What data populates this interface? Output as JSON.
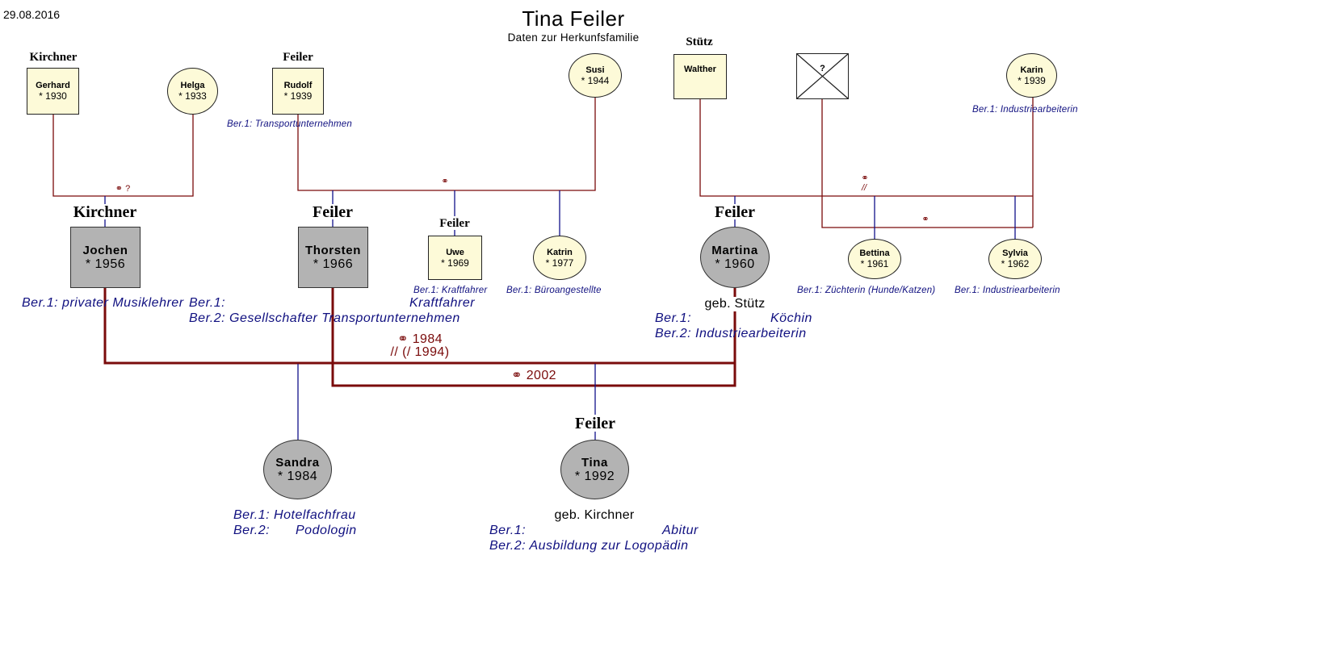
{
  "header": {
    "date": "29.08.2016",
    "title": "Tina Feiler",
    "subtitle": "Daten zur Herkunfsfamilie"
  },
  "colors": {
    "partner_line": "#7a0b0b",
    "child_line": "#10108a",
    "small_node_fill": "#fdfad8",
    "main_node_fill": "#b3b3b3",
    "occupation_text": "#101080"
  },
  "grandparents": {
    "gerhard": {
      "surname": "Kirchner",
      "name": "Gerhard",
      "born": "* 1930",
      "sex": "male"
    },
    "helga": {
      "name": "Helga",
      "born": "* 1933",
      "sex": "female"
    },
    "rudolf": {
      "surname": "Feiler",
      "name": "Rudolf",
      "born": "* 1939",
      "sex": "male",
      "occupation": "Ber.1:  Transportunternehmen"
    },
    "susi": {
      "name": "Susi",
      "born": "* 1944",
      "sex": "female"
    },
    "walther": {
      "surname": "Stütz",
      "name": "Walther",
      "sex": "male"
    },
    "unknown": {
      "name": "?",
      "sex": "male",
      "deceased": true
    },
    "karin": {
      "name": "Karin",
      "born": "* 1939",
      "sex": "female",
      "occupation": "Ber.1:  Industriearbeiterin"
    }
  },
  "parents_gen": {
    "jochen": {
      "surname": "Kirchner",
      "name": "Jochen",
      "born": "* 1956",
      "sex": "male",
      "occupation1": "Ber.1: privater Musiklehrer"
    },
    "thorsten": {
      "surname": "Feiler",
      "name": "Thorsten",
      "born": "* 1966",
      "sex": "male",
      "occupation1_label": "Ber.1:",
      "occupation1_value": "Kraftfahrer",
      "occupation2": "Ber.2: Gesellschafter Transportunternehmen"
    },
    "uwe": {
      "surname": "Feiler",
      "name": "Uwe",
      "born": "* 1969",
      "sex": "male",
      "occupation": "Ber.1:  Kraftfahrer"
    },
    "katrin": {
      "name": "Katrin",
      "born": "* 1977",
      "sex": "female",
      "occupation": "Ber.1:  Büroangestellte"
    },
    "martina": {
      "surname": "Feiler",
      "name": "Martina",
      "born": "* 1960",
      "sex": "female",
      "birth_name": "geb. Stütz",
      "occupation1_label": "Ber.1:",
      "occupation1_value": "Köchin",
      "occupation2": "Ber.2: Industriearbeiterin"
    },
    "bettina": {
      "name": "Bettina",
      "born": "* 1961",
      "sex": "female",
      "occupation": "Ber.1:  Züchterin (Hunde/Katzen)"
    },
    "sylvia": {
      "name": "Sylvia",
      "born": "* 1962",
      "sex": "female",
      "occupation": "Ber.1:  Industriearbeiterin"
    }
  },
  "children": {
    "sandra": {
      "name": "Sandra",
      "born": "* 1984",
      "sex": "female",
      "occupation1": "Ber.1: Hotelfachfrau",
      "occupation2_label": "Ber.2:",
      "occupation2_value": "Podologin"
    },
    "tina": {
      "surname": "Feiler",
      "name": "Tina",
      "born": "* 1992",
      "sex": "female",
      "birth_name": "geb. Kirchner",
      "occupation1_label": "Ber.1:",
      "occupation1_value": "Abitur",
      "occupation2": "Ber.2: Ausbildung zur Logopädin"
    }
  },
  "marriages": {
    "gerhard_helga": "⚭ ?",
    "rudolf_susi": "⚭",
    "walther_karin_1": "⚭",
    "walther_karin_2": "//",
    "unknown_karin": "⚭",
    "jochen_martina_1": "⚭ 1984",
    "jochen_martina_2": "//  (/ 1994)",
    "thorsten_martina": "⚭ 2002"
  }
}
